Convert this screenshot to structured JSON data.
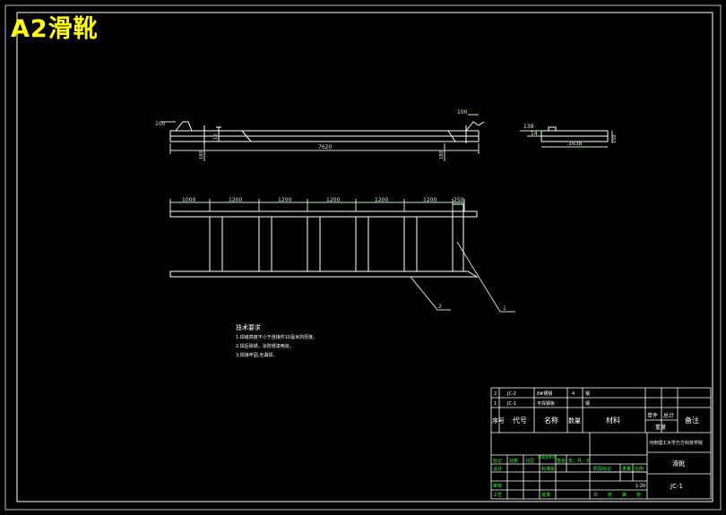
{
  "sheet": {
    "title": "A2滑靴"
  },
  "colors": {
    "background": "#000000",
    "line": "#ffffff",
    "title": "#ffff00",
    "dimension": "#cfe8cf",
    "green_text": "#33ff33",
    "leader": "#d0d0d0"
  },
  "elevation": {
    "dims": {
      "left_top": "100",
      "right_top": "100",
      "span": "7620",
      "left_side": "180",
      "right_side": "180",
      "left_small": "10"
    }
  },
  "section": {
    "dims": {
      "top": "138",
      "left": "14",
      "bottom": "1638",
      "right": "150"
    }
  },
  "plan": {
    "spacing_labels": [
      "1009",
      "1200",
      "1200",
      "1200",
      "1200",
      "1200",
      "250"
    ],
    "callout_1": "1",
    "callout_2": "2"
  },
  "notes": {
    "heading": "技术要求",
    "items": [
      "1.焊缝高度不小于连接件10毫米的厚度。",
      "2.焊后除锈，涂防锈漆两道。",
      "3.焊接牢固,无漏焊。"
    ]
  },
  "title_block": {
    "parts_rows": [
      {
        "no": "2",
        "code": "JC-2",
        "name": "8#槽钢",
        "qty": "4",
        "material": "钢"
      },
      {
        "no": "1",
        "code": "JC-1",
        "name": "平焊钢板",
        "qty": "",
        "material": "钢"
      }
    ],
    "header": {
      "no": "序号",
      "code": "代号",
      "name": "名称",
      "qty": "数量",
      "material": "材料",
      "unit_weight": "单件",
      "total_weight": "总计",
      "weight": "重量",
      "remark": "备注"
    },
    "school": "河南理工大学万方科技学院",
    "drawing_name": "滑靴",
    "drawing_code": "JC-1",
    "scale": "1:20",
    "labels": {
      "sign": "标记",
      "count": "处数",
      "zone": "分区",
      "change_doc": "更改文件号",
      "signature": "签名",
      "date": "年、月、日",
      "designer": "设计",
      "standardization": "标准化",
      "stage_mark": "阶段标记",
      "weight": "重量",
      "ratio": "比例",
      "reviewer": "审核",
      "process": "工艺",
      "approve": "批准",
      "sheets_total": "共",
      "sheet_word": "张",
      "sheet_no": "第"
    }
  }
}
